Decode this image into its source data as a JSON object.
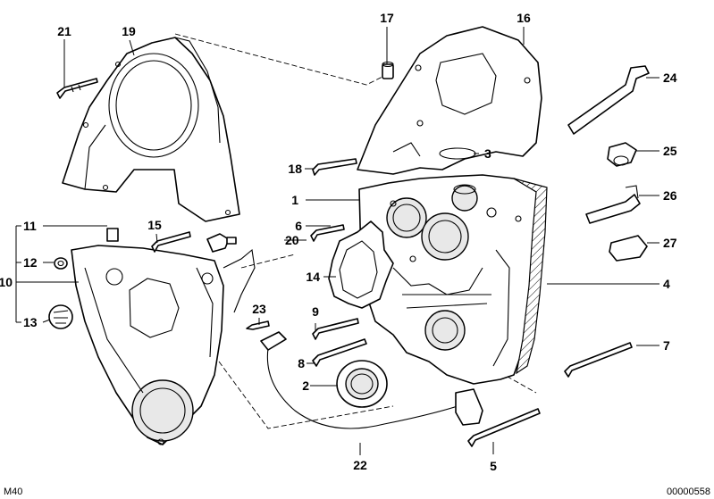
{
  "diagram_id": "M40",
  "image_number": "00000558",
  "callouts": [
    {
      "id": "c1",
      "text": "1"
    },
    {
      "id": "c2",
      "text": "2"
    },
    {
      "id": "c3",
      "text": "3"
    },
    {
      "id": "c4",
      "text": "4"
    },
    {
      "id": "c5",
      "text": "5"
    },
    {
      "id": "c6",
      "text": "6"
    },
    {
      "id": "c7",
      "text": "7"
    },
    {
      "id": "c8",
      "text": "8"
    },
    {
      "id": "c9",
      "text": "9"
    },
    {
      "id": "c10",
      "text": "10"
    },
    {
      "id": "c11",
      "text": "11"
    },
    {
      "id": "c12",
      "text": "12"
    },
    {
      "id": "c13",
      "text": "13"
    },
    {
      "id": "c14",
      "text": "14"
    },
    {
      "id": "c15",
      "text": "15"
    },
    {
      "id": "c16",
      "text": "16"
    },
    {
      "id": "c17",
      "text": "17"
    },
    {
      "id": "c18",
      "text": "18"
    },
    {
      "id": "c19",
      "text": "19"
    },
    {
      "id": "c20",
      "text": "20"
    },
    {
      "id": "c21",
      "text": "21"
    },
    {
      "id": "c22",
      "text": "22"
    },
    {
      "id": "c23",
      "text": "23"
    },
    {
      "id": "c24",
      "text": "24"
    },
    {
      "id": "c25",
      "text": "25"
    },
    {
      "id": "c26",
      "text": "26"
    },
    {
      "id": "c27",
      "text": "27"
    }
  ]
}
